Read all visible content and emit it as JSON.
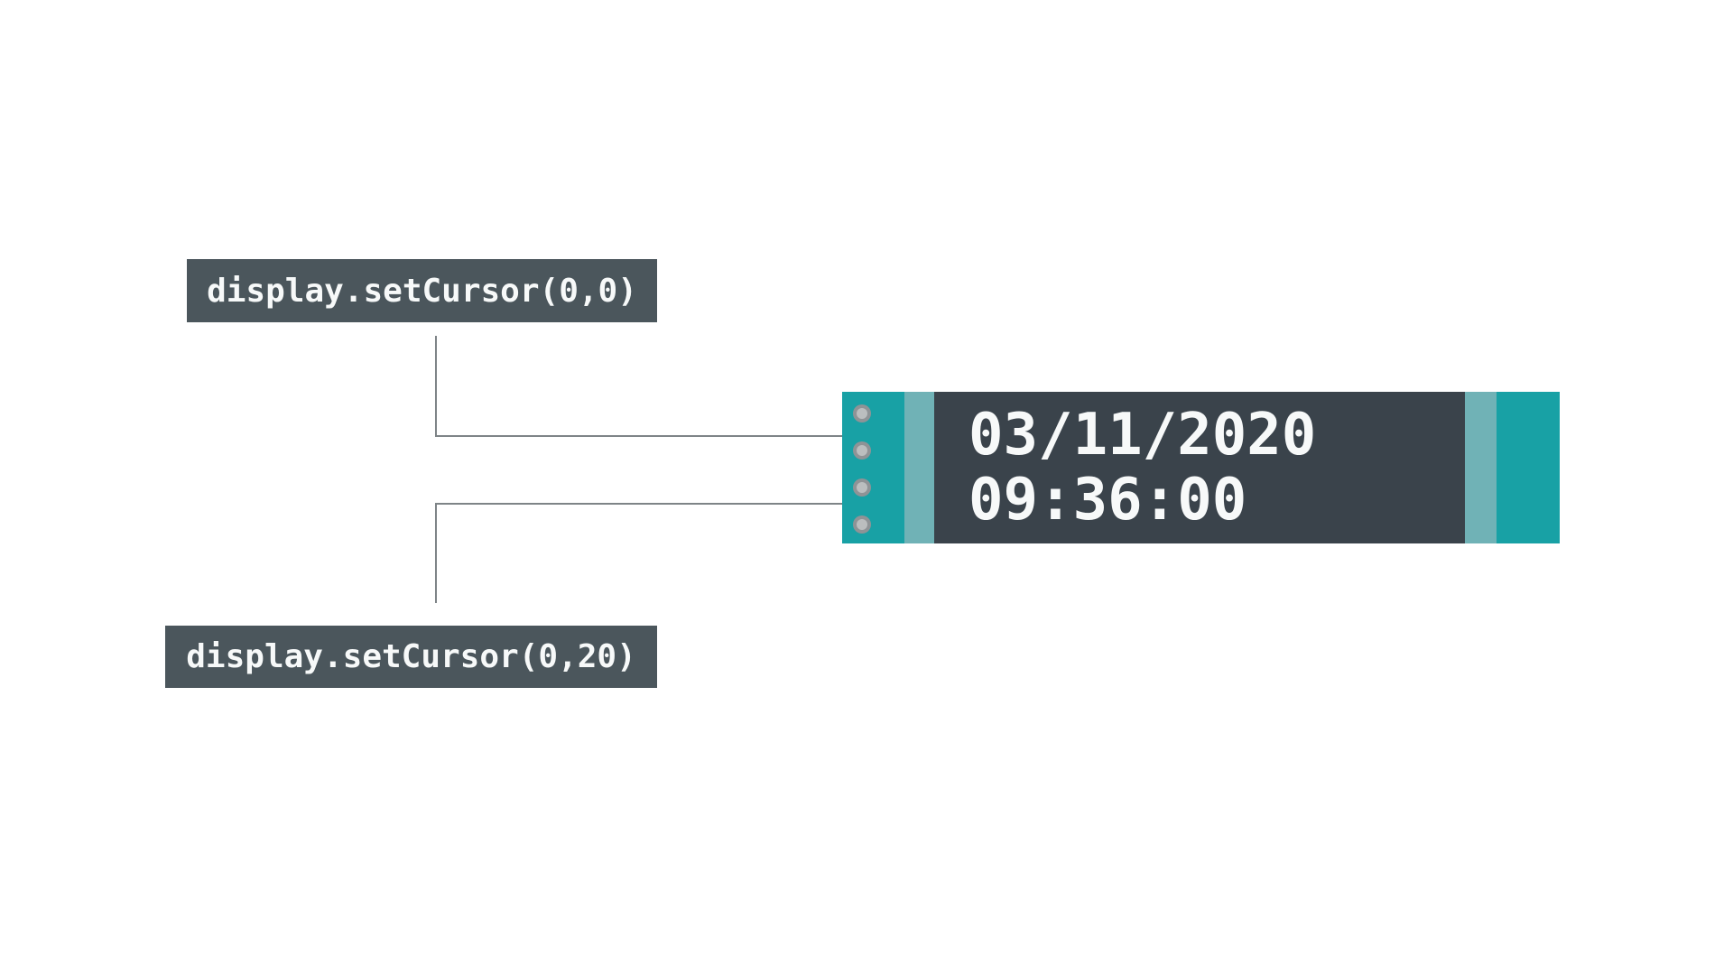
{
  "labels": {
    "cursor_top": "display.setCursor(0,0)",
    "cursor_bottom": "display.setCursor(0,20)"
  },
  "display": {
    "line1": "03/11/2020",
    "line2": "09:36:00"
  },
  "colors": {
    "teal": "#18A1A5",
    "teal_light": "#70B2B6",
    "screen_bg": "#3A434B",
    "label_bg": "#4B565C",
    "line": "#7E8487",
    "pin_outer": "#8F9396",
    "pin_inner": "#BBBEBF",
    "text": "#F7F9F9"
  }
}
